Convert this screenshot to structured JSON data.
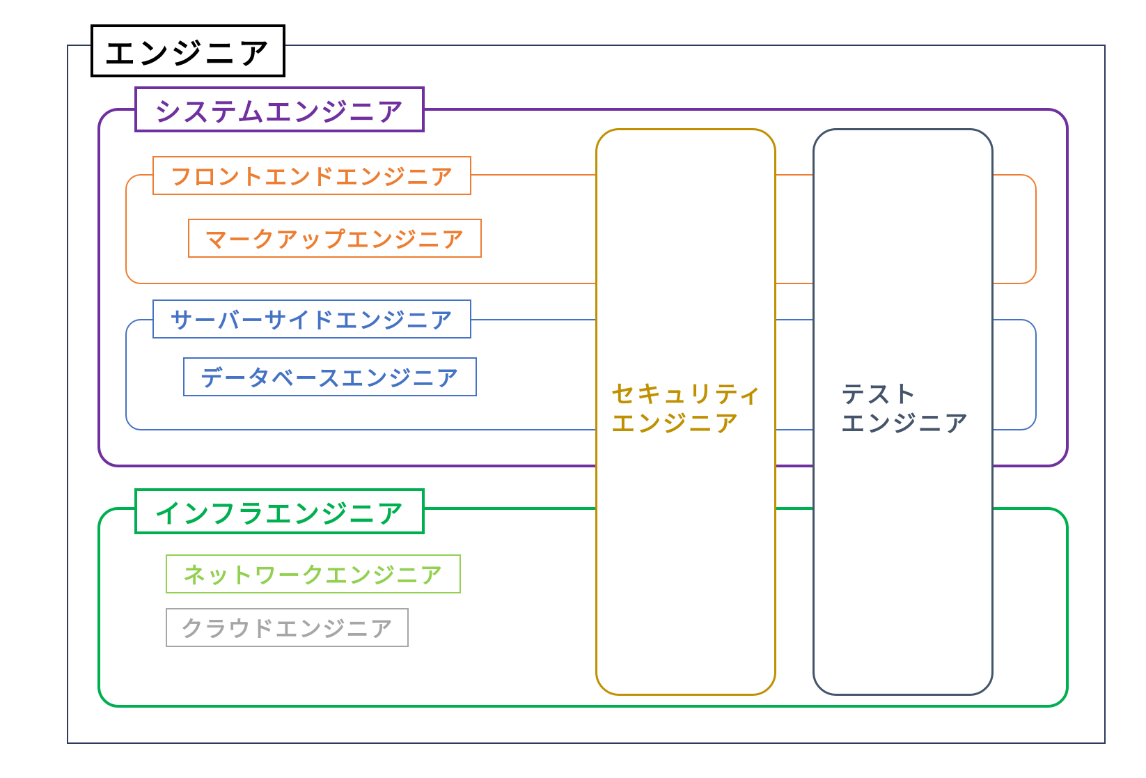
{
  "diagram": {
    "root": {
      "label": "エンジニア",
      "color": "#000000",
      "frame_color": "#2d3a5c"
    },
    "system": {
      "label": "システムエンジニア",
      "color": "#7030a0",
      "frontend": {
        "label": "フロントエンドエンジニア",
        "color": "#ed7d31",
        "child": "マークアップエンジニア"
      },
      "serverside": {
        "label": "サーバーサイドエンジニア",
        "color": "#4472c4",
        "child": "データベースエンジニア"
      }
    },
    "infra": {
      "label": "インフラエンジニア",
      "color": "#00b050",
      "network": {
        "label": "ネットワークエンジニア",
        "color": "#92d050"
      },
      "cloud": {
        "label": "クラウドエンジニア",
        "color": "#a6a6a6"
      }
    },
    "security": {
      "line1": "セキュリティ",
      "line2": "エンジニア",
      "color": "#bf9000"
    },
    "test": {
      "line1": "テスト",
      "line2": "エンジニア",
      "color": "#44546a"
    }
  }
}
